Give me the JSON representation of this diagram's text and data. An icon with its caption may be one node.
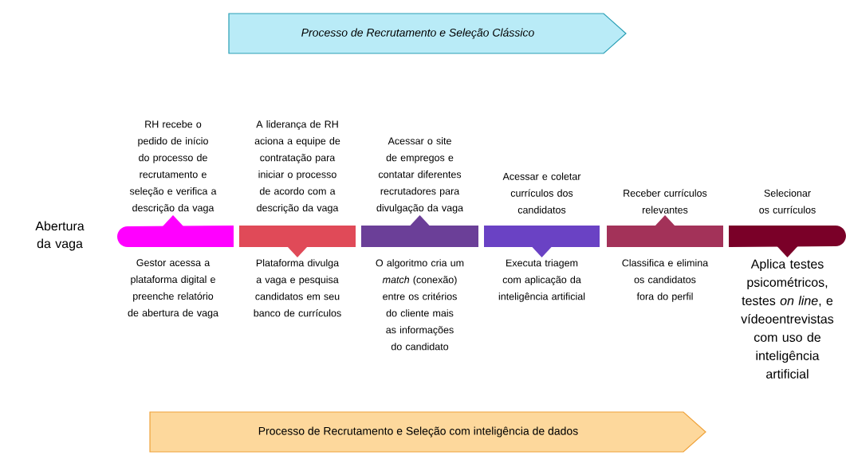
{
  "diagram": {
    "nodes": [
      {
        "text": [
          "Processo de Recrutamento e Seleção Clássico"
        ]
      },
      {
        "text": [],
        "shape": "bar",
        "beside": [
          "RH recebe o pedido de início do processo de recrutamento e seleção e verifica a descrição da vaga",
          "Gestor acessa a plataforma digital e preenche relatório de abertura de vaga"
        ]
      },
      {
        "text": [],
        "shape": "bar",
        "beside": [
          "A liderança de RH aciona a equipe de contratação para iniciar o processo de acordo com a descrição da vaga",
          "Plataforma divulga a vaga e pesquisa candidatos em seu banco de currículos"
        ]
      },
      {
        "text": [],
        "shape": "bar",
        "beside": [
          "Acessar o site de empregos e contatar diferentes recrutadores para divulgação da vaga",
          "O algoritmo cria um *match* (conexão) entre os critérios do cliente mais as informações do candidato"
        ]
      },
      {
        "text": [],
        "shape": "bar",
        "beside": [
          "Acessar e coletar currículos dos candidatos",
          "Executa triagem com aplicação da inteligência artificial"
        ]
      },
      {
        "text": [],
        "shape": "bar",
        "beside": [
          "Receber currículos relevantes",
          "Classifica e elimina os candidatos fora do perfil"
        ]
      },
      {
        "text": [],
        "shape": "bar",
        "beside": [
          "Selecionar os currículos",
          "Aplica testes psicométricos, testes *on line*, e vídeoentrevistas com uso de inteligência artificial"
        ]
      },
      {
        "text": [
          "Processo de Recrutamento e Seleção com inteligência de dados"
        ]
      }
    ],
    "labels": [
      "Abertura da vaga"
    ]
  }
}
